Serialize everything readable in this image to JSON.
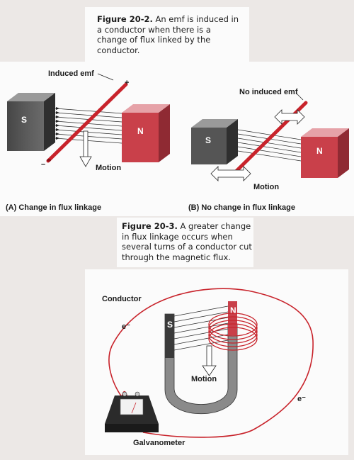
{
  "fig1": {
    "number": "Figure 20-2.",
    "text": "An emf is induced in a conductor when there is a change of flux linked by the conductor.",
    "left": {
      "label_emf": "Induced emf",
      "plus": "+",
      "minus": "–",
      "motion": "Motion",
      "south": "S",
      "north": "N",
      "subcaption": "(A) Change in flux linkage"
    },
    "right": {
      "label_emf": "No induced emf",
      "motion": "Motion",
      "south": "S",
      "north": "N",
      "subcaption": "(B) No change in flux linkage"
    }
  },
  "fig2": {
    "number": "Figure 20-3.",
    "text": "A greater change in flux linkage occurs when several turns of a conductor cut through the magnetic flux.",
    "conductor": "Conductor",
    "electron": "e⁻",
    "electron2": "e⁻",
    "south": "S",
    "north": "N",
    "motion": "Motion",
    "galvanometer": "Galvanometer"
  },
  "colors": {
    "conductor_red": "#c8232b",
    "magnet_north": "#c9404a",
    "magnet_south": "#4a4a4a"
  }
}
